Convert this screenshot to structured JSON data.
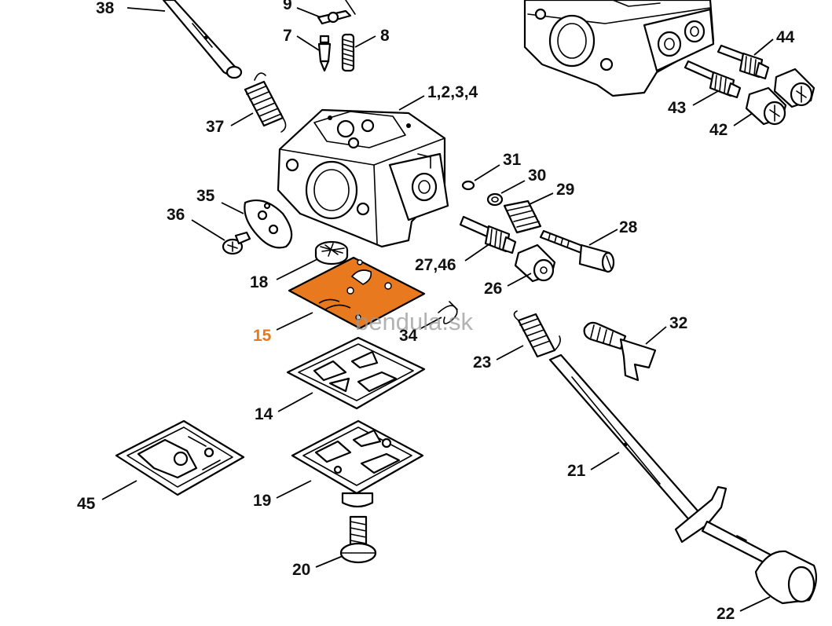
{
  "diagram": {
    "watermark": "bendula.sk",
    "highlight_color": "#e8791e",
    "labels": {
      "p38": "38",
      "p9": "9",
      "p7": "7",
      "p8": "8",
      "p1234": "1,2,3,4",
      "p37": "37",
      "p44": "44",
      "p43": "43",
      "p42": "42",
      "p31": "31",
      "p30": "30",
      "p29": "29",
      "p28": "28",
      "p35": "35",
      "p36": "36",
      "p27_46": "27,46",
      "p26": "26",
      "p18": "18",
      "p15": "15",
      "p34": "34",
      "p32": "32",
      "p23": "23",
      "p14": "14",
      "p21": "21",
      "p45": "45",
      "p19": "19",
      "p20": "20",
      "p22": "22"
    }
  }
}
